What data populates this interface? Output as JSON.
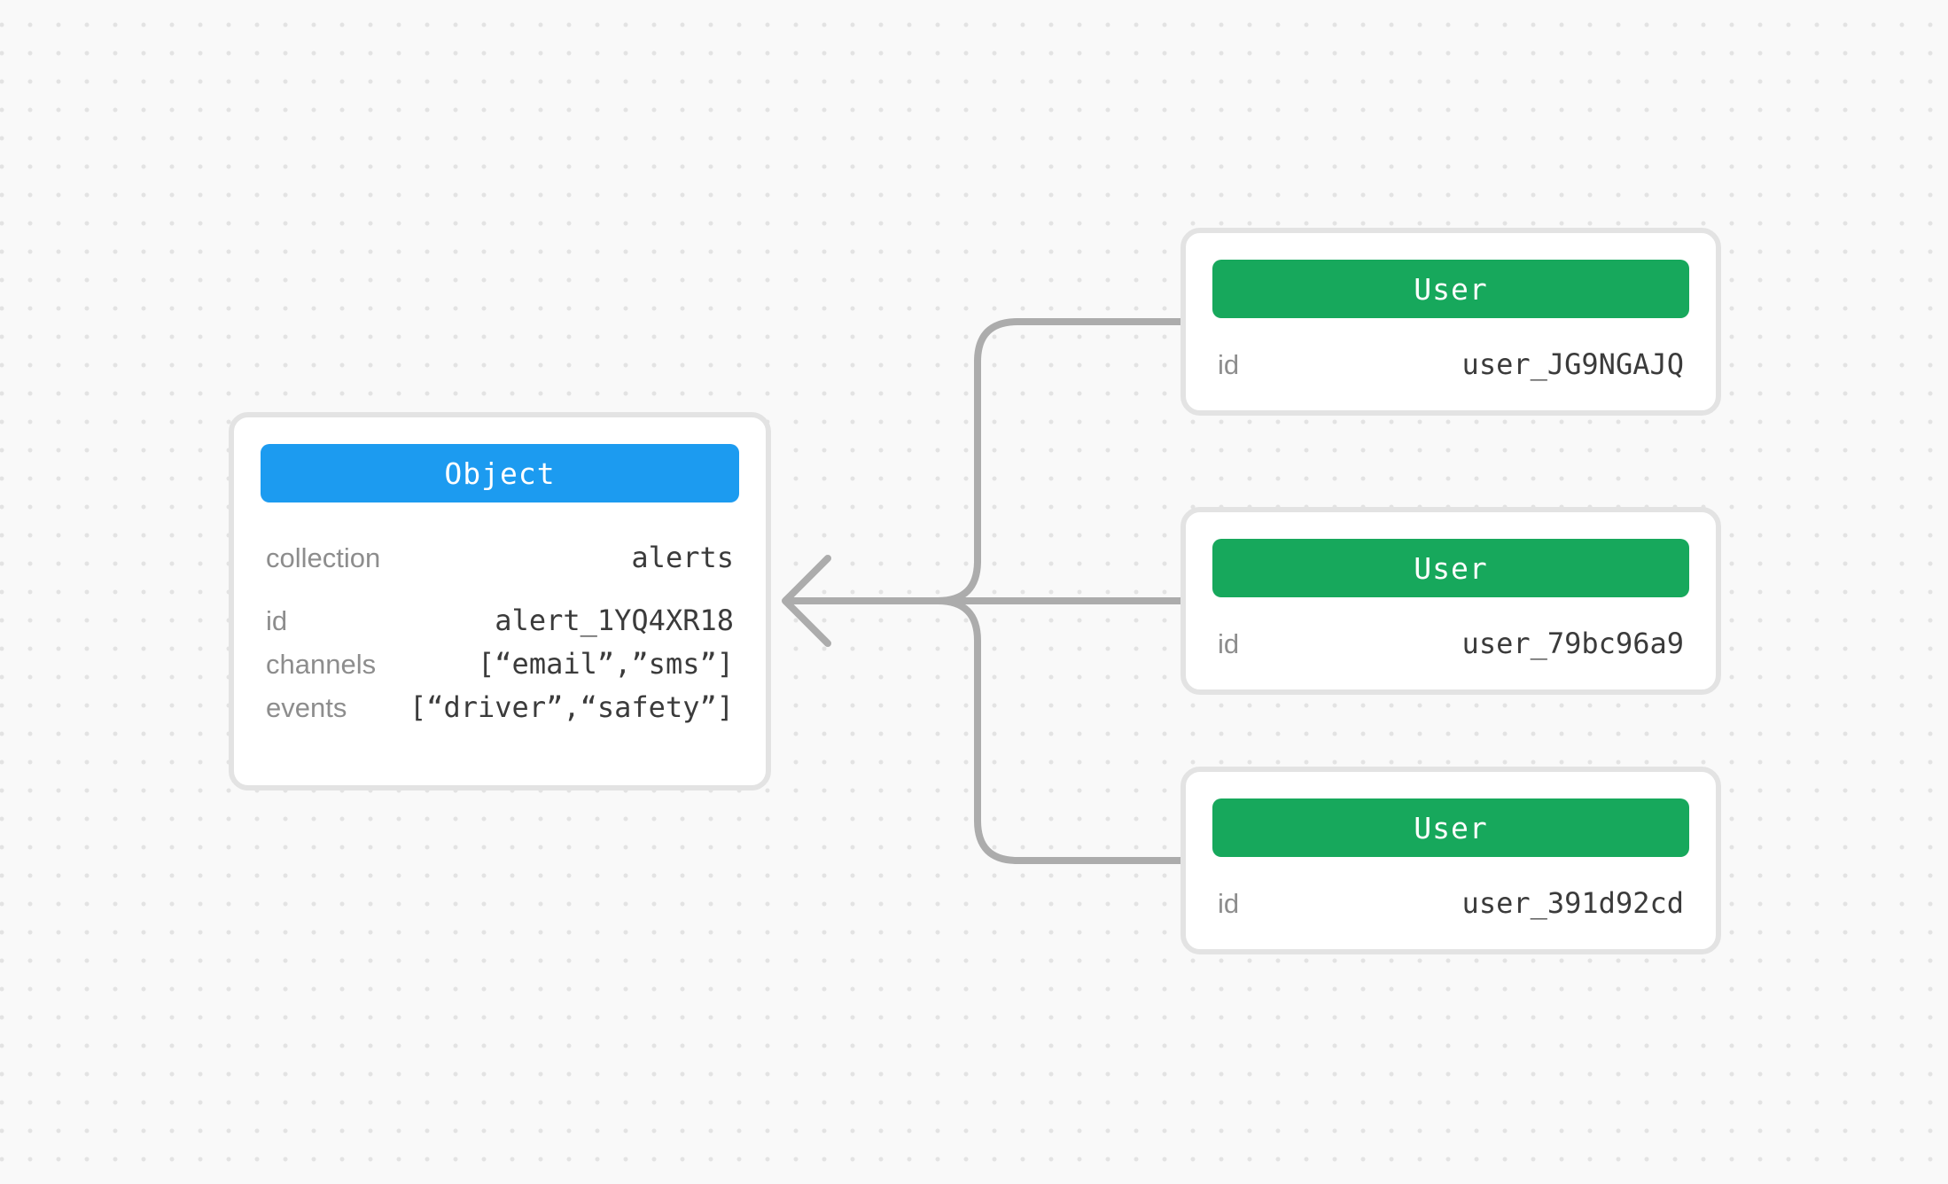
{
  "object_node": {
    "header_label": "Object",
    "header_color": "#1C9BF0",
    "fields": [
      {
        "label": "collection",
        "value": "alerts"
      },
      {
        "label": "id",
        "value": "alert_1YQ4XR18"
      },
      {
        "label": "channels",
        "value": "[“email”,”sms”]"
      },
      {
        "label": "events",
        "value": "[“driver”,“safety”]"
      }
    ]
  },
  "user_nodes": [
    {
      "header_label": "User",
      "header_color": "#17A85C",
      "fields": [
        {
          "label": "id",
          "value": "user_JG9NGAJQ"
        }
      ]
    },
    {
      "header_label": "User",
      "header_color": "#17A85C",
      "fields": [
        {
          "label": "id",
          "value": "user_79bc96a9"
        }
      ]
    },
    {
      "header_label": "User",
      "header_color": "#17A85C",
      "fields": [
        {
          "label": "id",
          "value": "user_391d92cd"
        }
      ]
    }
  ],
  "colors": {
    "connector": "#ACACAC",
    "node_border": "#E3E3E3",
    "node_background": "#FFFFFF",
    "canvas_background": "#F9F9F9",
    "canvas_dots": "#E3E3E3",
    "label_text": "#8D8D8D",
    "value_text": "#3B3B3B",
    "header_text": "#FFFFFF"
  }
}
